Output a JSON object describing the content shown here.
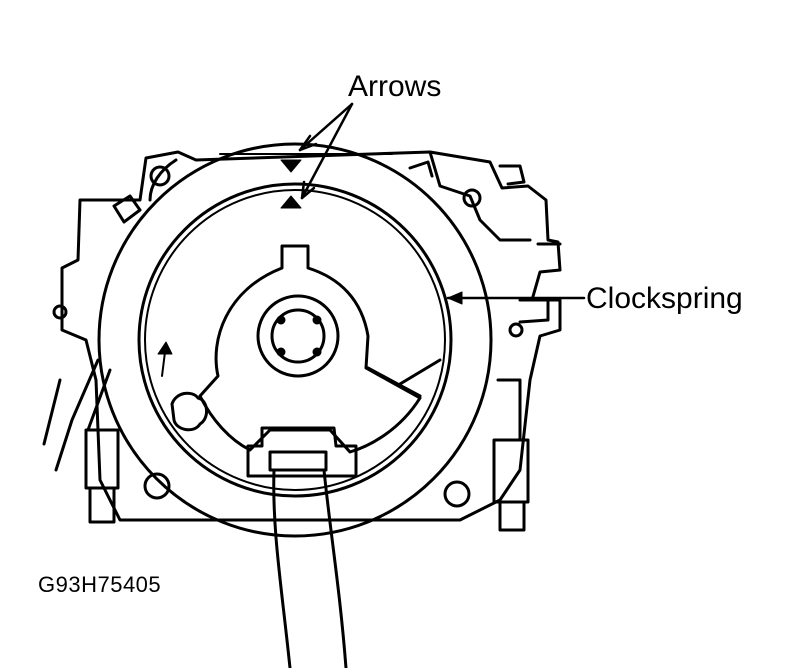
{
  "labels": {
    "arrows": "Arrows",
    "clockspring": "Clockspring",
    "figure_code": "G93H75405"
  },
  "colors": {
    "ink": "#000000",
    "paper": "#ffffff"
  }
}
